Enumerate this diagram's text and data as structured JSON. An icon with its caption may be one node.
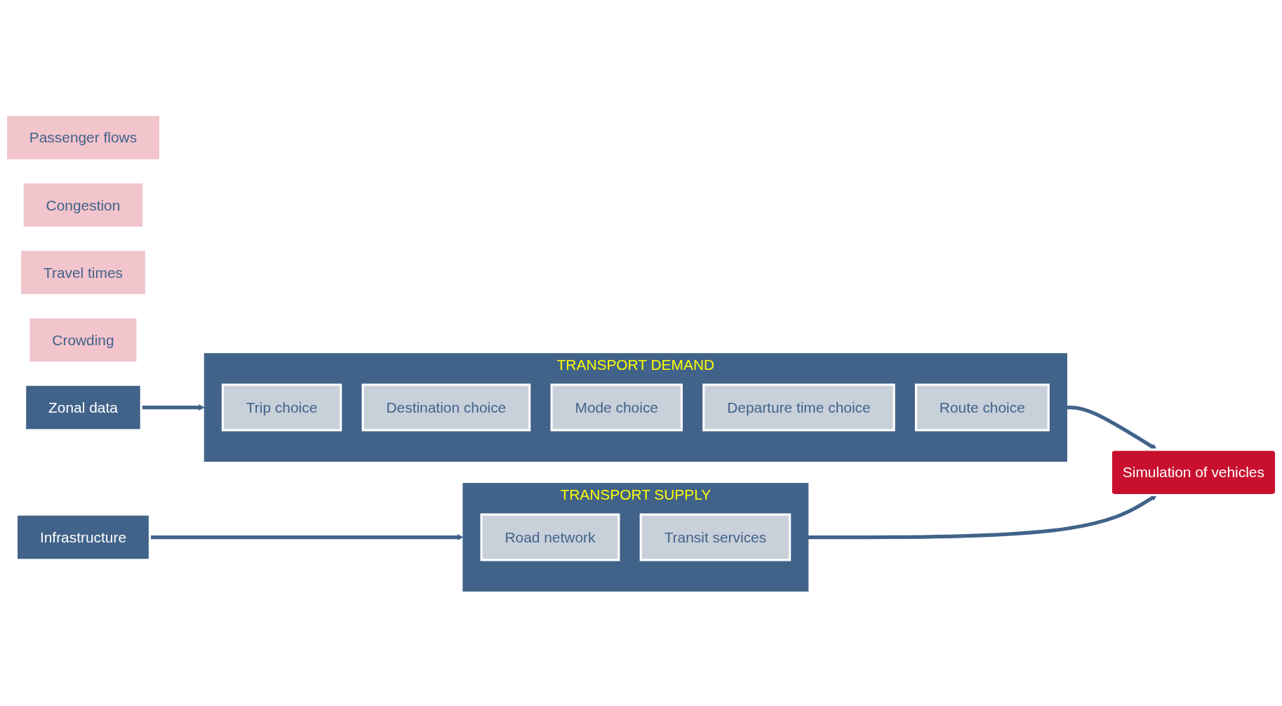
{
  "diagram": {
    "nodes": [
      {
        "text": [
          "TRANSPORT DEMAND"
        ]
      },
      {
        "text": [
          "Trip choice"
        ],
        "in": 0
      },
      {
        "text": [
          "Destination choice"
        ],
        "in": 0
      },
      {
        "text": [
          "Mode choice"
        ],
        "in": 0
      },
      {
        "text": [
          "Departure time choice"
        ],
        "in": 0
      },
      {
        "text": [
          "Route choice"
        ],
        "in": 0
      },
      {
        "text": [
          "Passenger flows"
        ]
      },
      {
        "text": [
          "Congestion"
        ]
      },
      {
        "text": [
          "Simulation of vehicles"
        ]
      },
      {
        "text": [
          "Travel times"
        ]
      },
      {
        "text": [
          "Crowding"
        ]
      },
      {
        "text": [
          "TRANSPORT SUPPLY"
        ]
      },
      {
        "text": [
          "Road network"
        ],
        "in": 11
      },
      {
        "text": [
          "Transit services"
        ],
        "in": 11
      },
      {
        "text": [
          "Zonal data"
        ]
      },
      {
        "text": [
          "Infrastructure"
        ]
      }
    ],
    "edges": [
      {
        "from": 0,
        "to": 8,
        "arrow": "to"
      },
      {
        "from": 11,
        "to": 8,
        "arrow": "to"
      },
      {
        "from": 14,
        "to": 0,
        "arrow": "to"
      },
      {
        "from": 15,
        "to": 11,
        "arrow": "to"
      }
    ]
  }
}
